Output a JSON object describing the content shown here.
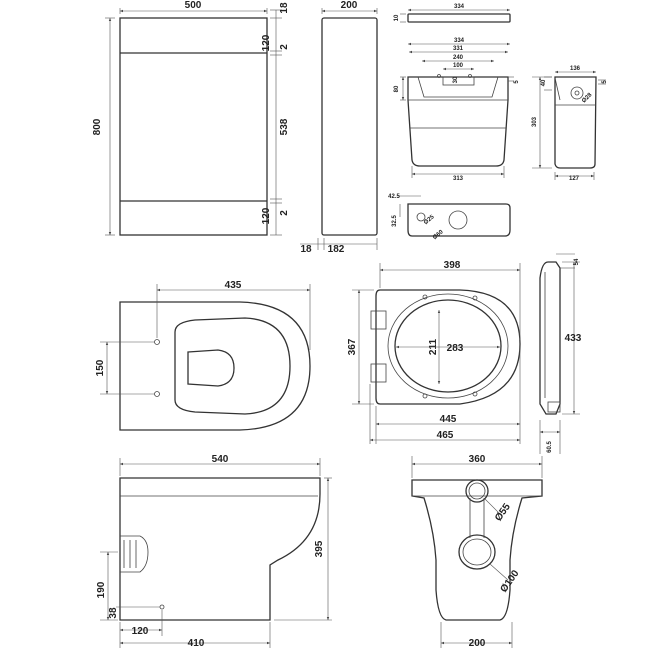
{
  "labels": {
    "cab_width": "500",
    "cab_height": "800",
    "cab_top_gap": "18",
    "cab_top_panel": "120",
    "cab_top_joint": "2",
    "cab_door": "538",
    "cab_bottom_panel": "120",
    "cab_bottom_joint": "2",
    "side_depth": "200",
    "side_thick": "18",
    "side_inner": "182",
    "cistern_lid_w": "334",
    "cistern_lid_h": "10",
    "cistern_w1": "334",
    "cistern_w2": "331",
    "cistern_w3": "240",
    "cistern_w4": "100",
    "cistern_30": "30",
    "cistern_h80": "80",
    "cistern_5a": "5",
    "cistern_bottom_w": "313",
    "cistern_side_w": "136",
    "cistern_side_40": "40",
    "cistern_side_5": "5",
    "cistern_side_dia": "Ø28",
    "cistern_side_h": "303",
    "cistern_side_bottom": "127",
    "base_42": "42.5",
    "base_32": "32.5",
    "base_d25": "Ø25",
    "base_d60": "Ø60",
    "pan_top_435": "435",
    "pan_150": "150",
    "seat_398": "398",
    "seat_367": "367",
    "seat_211": "211",
    "seat_283": "283",
    "seat_445": "445",
    "seat_465": "465",
    "seatside_54": "54",
    "seatside_433": "433",
    "seatside_60": "60.5",
    "pan_side_540": "540",
    "pan_side_395": "395",
    "pan_side_190": "190",
    "pan_side_38": "38",
    "pan_side_120": "120",
    "pan_side_410": "410",
    "pan_front_360": "360",
    "pan_front_d55": "Ø55",
    "pan_front_d100": "Ø100",
    "pan_front_200": "200"
  }
}
